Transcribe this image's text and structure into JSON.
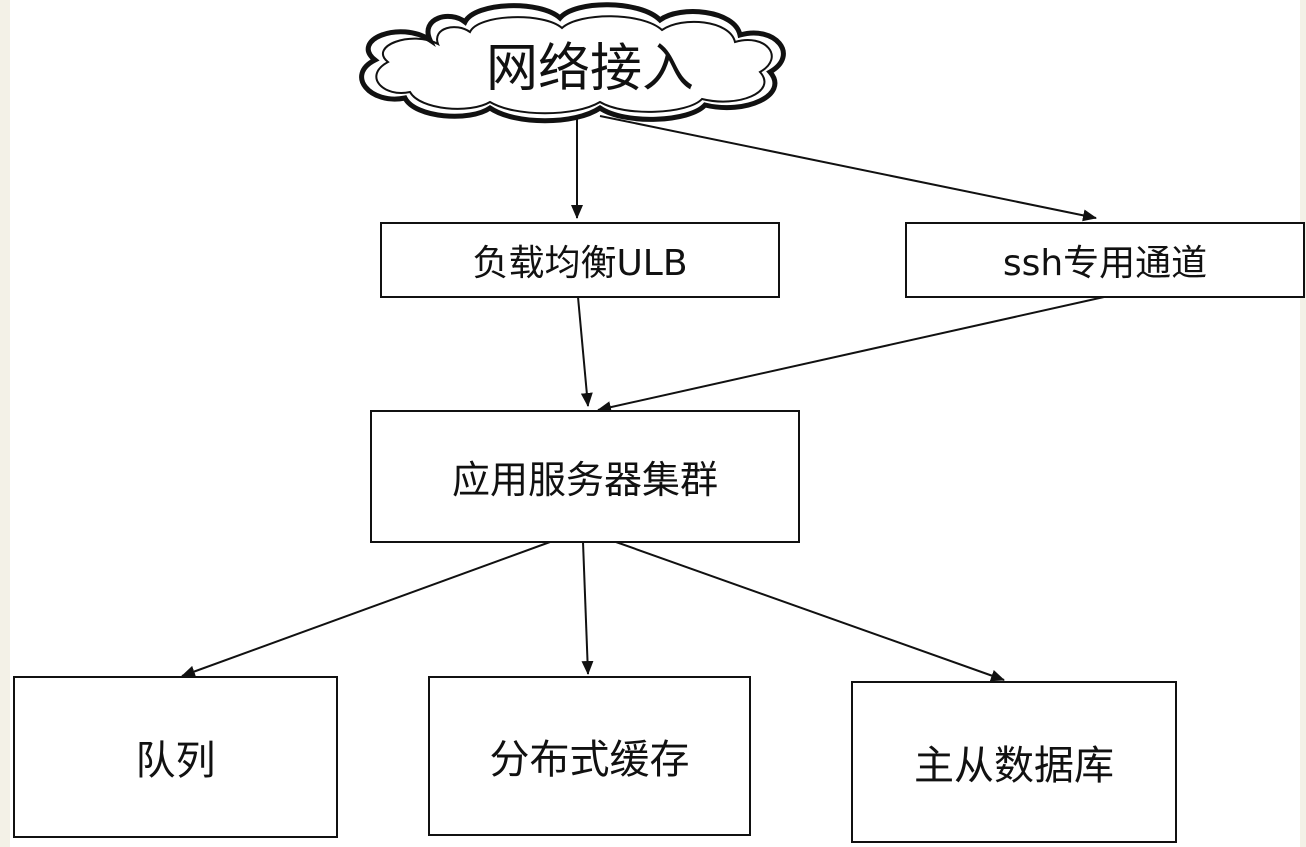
{
  "diagram": {
    "nodes": {
      "network_access": "网络接入",
      "load_balancer": "负载均衡ULB",
      "ssh_tunnel": "ssh专用通道",
      "app_cluster": "应用服务器集群",
      "queue": "队列",
      "distributed_cache": "分布式缓存",
      "master_slave_db": "主从数据库"
    },
    "edges": [
      {
        "from": "network_access",
        "to": "load_balancer"
      },
      {
        "from": "network_access",
        "to": "ssh_tunnel"
      },
      {
        "from": "load_balancer",
        "to": "app_cluster"
      },
      {
        "from": "ssh_tunnel",
        "to": "app_cluster"
      },
      {
        "from": "app_cluster",
        "to": "queue"
      },
      {
        "from": "app_cluster",
        "to": "distributed_cache"
      },
      {
        "from": "app_cluster",
        "to": "master_slave_db"
      }
    ],
    "colors": {
      "stroke": "#111111",
      "fill": "#ffffff",
      "frame": "#f3f1e7"
    }
  }
}
